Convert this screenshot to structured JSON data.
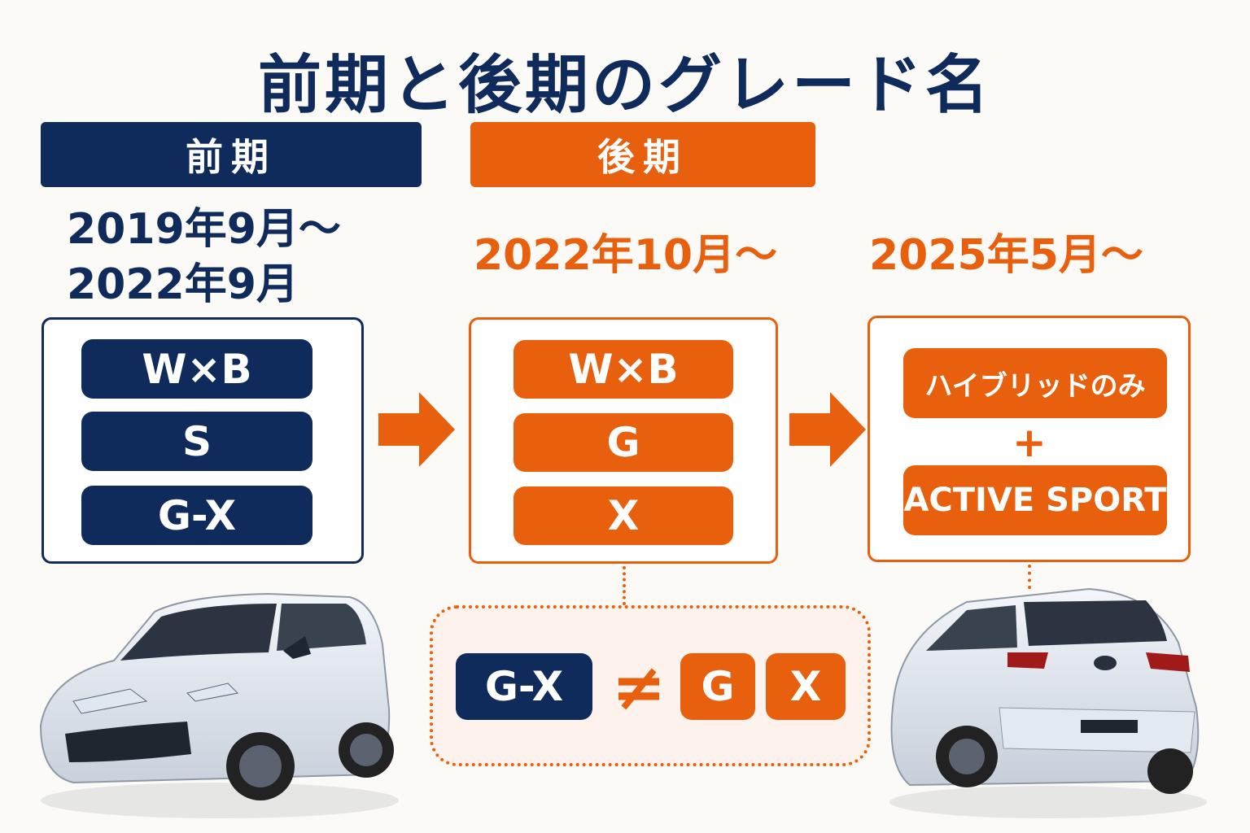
{
  "title": "前期と後期のグレード名",
  "early": {
    "header": "前期",
    "date_line1": "2019年9月～",
    "date_line2": "2022年9月",
    "grades": [
      "W×B",
      "S",
      "G-X"
    ]
  },
  "late": {
    "header": "後期",
    "date": "2022年10月～",
    "grades": [
      "W×B",
      "G",
      "X"
    ]
  },
  "late2025": {
    "date": "2025年5月～",
    "item1": "ハイブリッドのみ",
    "plus": "+",
    "item2": "ACTIVE SPORT"
  },
  "comparison": {
    "left": "G-X",
    "symbol": "≠",
    "right1": "G",
    "right2": "X"
  },
  "colors": {
    "navy": "#0f2b5b",
    "orange": "#e8600d"
  },
  "icons": [
    "arrow-right-icon",
    "arrow-right-icon",
    "car-front-icon",
    "car-rear-icon"
  ]
}
